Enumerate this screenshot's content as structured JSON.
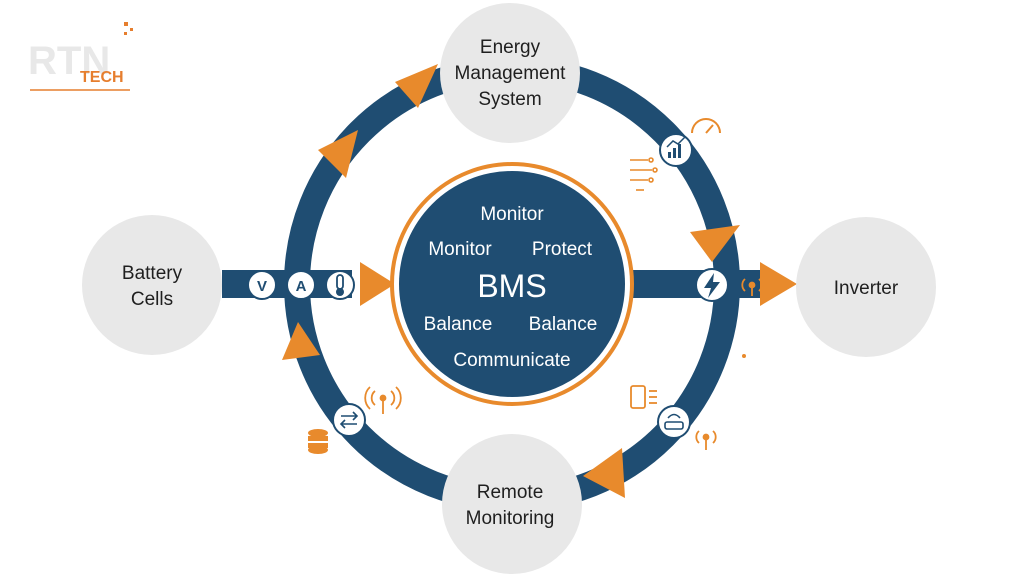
{
  "logo": {
    "main": "RTN",
    "sub": "TECH"
  },
  "center": {
    "title": "BMS",
    "functions": [
      "Monitor",
      "Monitor",
      "Protect",
      "Balance",
      "Balance",
      "Communicate"
    ]
  },
  "nodes": {
    "ems": [
      "Energy",
      "Management",
      "System"
    ],
    "battery": [
      "Battery",
      "Cells"
    ],
    "inverter": [
      "Inverter"
    ],
    "remote": [
      "Remote",
      "Monitoring"
    ]
  },
  "gauges": [
    "V",
    "A"
  ],
  "colors": {
    "navy": "#1f4d72",
    "orange": "#e88a2c",
    "node_gray": "#e8e8e8"
  }
}
